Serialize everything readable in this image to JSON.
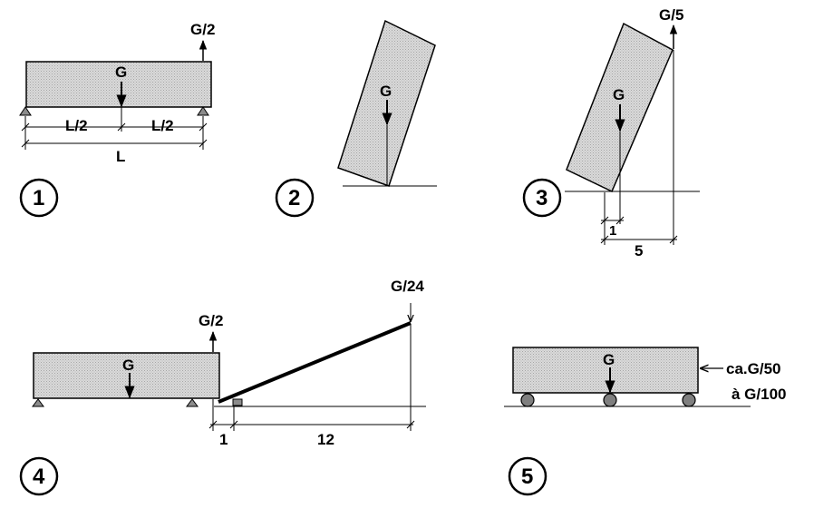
{
  "figures": [
    {
      "number": "1",
      "labels": {
        "weight": "G",
        "force": "G/2",
        "half_left": "L/2",
        "half_right": "L/2",
        "length": "L"
      }
    },
    {
      "number": "2",
      "labels": {
        "weight": "G"
      }
    },
    {
      "number": "3",
      "labels": {
        "weight": "G",
        "force": "G/5",
        "short_dim": "1",
        "long_dim": "5"
      }
    },
    {
      "number": "4",
      "labels": {
        "weight": "G",
        "force": "G/2",
        "lever_force": "G/24",
        "short_dim": "1",
        "long_dim": "12"
      }
    },
    {
      "number": "5",
      "labels": {
        "weight": "G",
        "force_line1": "ca.G/50",
        "force_line2": "à G/100"
      }
    }
  ],
  "colors": {
    "block_fill": "#d9d9d9",
    "block_dots": "#a6a6a6",
    "line": "#000000",
    "support": "#8c8c8c",
    "roller": "#7f7f7f"
  }
}
